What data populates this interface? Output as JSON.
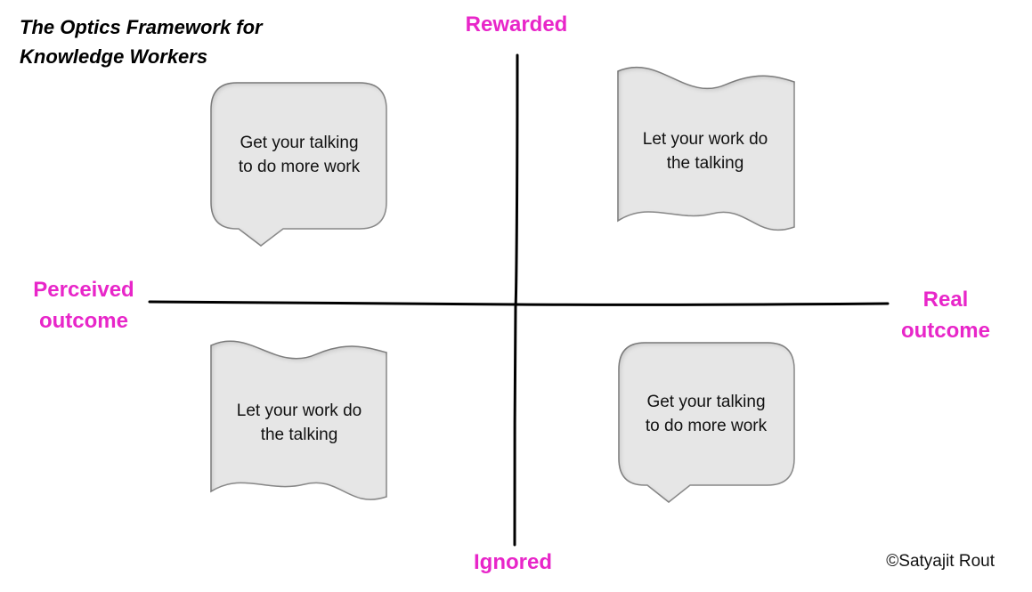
{
  "title": {
    "line1": "The Optics Framework for",
    "line2": "Knowledge Workers"
  },
  "axes": {
    "top": "Rewarded",
    "bottom": "Ignored",
    "left_line1": "Perceived",
    "left_line2": "outcome",
    "right_line1": "Real",
    "right_line2": "outcome"
  },
  "quadrants": {
    "top_left": {
      "shape": "speech-bubble",
      "line1": "Get your talking",
      "line2": "to do more work"
    },
    "top_right": {
      "shape": "wavy-banner",
      "line1": "Let your work do",
      "line2": "the talking"
    },
    "bottom_left": {
      "shape": "wavy-banner",
      "line1": "Let your work do",
      "line2": "the talking"
    },
    "bottom_right": {
      "shape": "speech-bubble",
      "line1": "Get your talking",
      "line2": "to do more work"
    }
  },
  "colors": {
    "axis_label": "#e826c9",
    "box_fill": "#e6e6e6",
    "box_stroke": "#8c8c8c",
    "axis_line": "#000000"
  },
  "copyright": "©Satyajit Rout"
}
